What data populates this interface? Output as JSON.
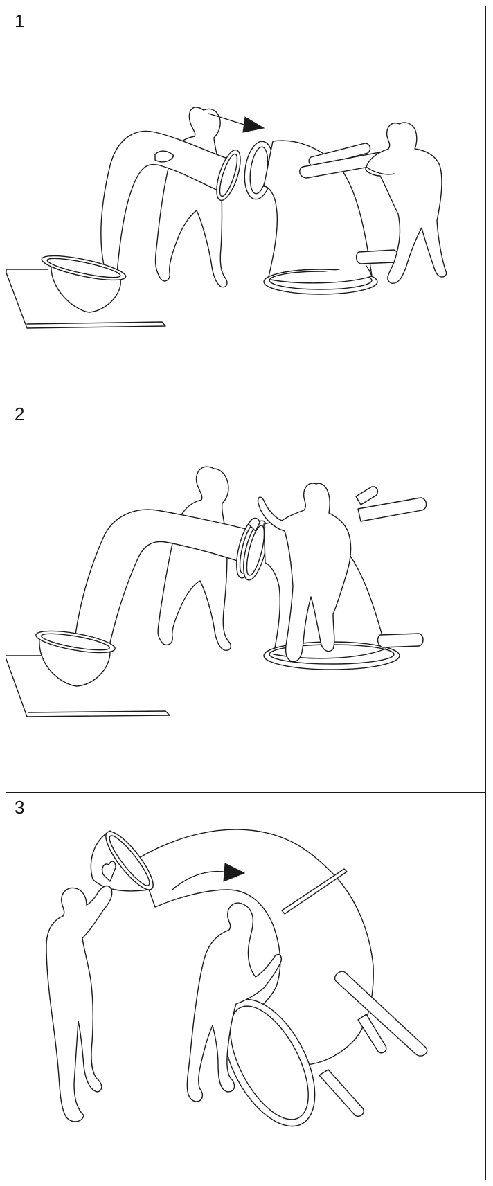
{
  "steps": [
    {
      "number": "1"
    },
    {
      "number": "2"
    },
    {
      "number": "3"
    }
  ],
  "colors": {
    "line": "#1a1a1a",
    "background": "#ffffff"
  },
  "icons": [
    "arrow-right-icon",
    "curved-arrow-icon"
  ]
}
